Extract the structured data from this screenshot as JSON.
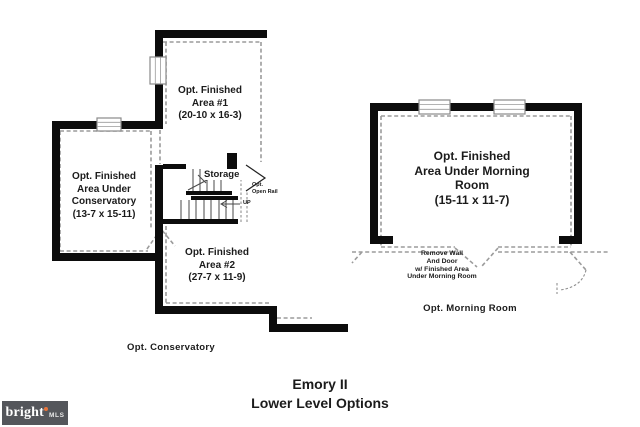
{
  "title": {
    "line1": "Emory II",
    "line2": "Lower Level Options"
  },
  "left_plan": {
    "area1": {
      "line1": "Opt. Finished",
      "line2": "Area #1",
      "dims": "(20-10 x 16-3)"
    },
    "conservatory": {
      "line1": "Opt. Finished",
      "line2": "Area Under",
      "line3": "Conservatory",
      "dims": "(13-7 x 15-11)"
    },
    "area2": {
      "line1": "Opt. Finished",
      "line2": "Area #2",
      "dims": "(27-7 x 11-9)"
    },
    "storage": "Storage",
    "open_rail": {
      "line1": "Opt.",
      "line2": "Open Rail"
    },
    "up": "UP",
    "caption": "Opt. Conservatory"
  },
  "right_plan": {
    "room": {
      "line1": "Opt. Finished",
      "line2": "Area Under Morning",
      "line3": "Room",
      "dims": "(15-11 x 11-7)"
    },
    "note": {
      "line1": "Remove Wall",
      "line2": "And Door",
      "line3": "w/ Finished Area",
      "line4": "Under Morning Room"
    },
    "caption": "Opt. Morning Room"
  },
  "logo": {
    "brand": "bright",
    "suffix": "MLS"
  },
  "colors": {
    "wall": "#0c0c0c",
    "dash": "#9b9b9b",
    "text": "#1b1b1b",
    "logo_bg": "#54565b",
    "logo_accent": "#e8743b"
  }
}
